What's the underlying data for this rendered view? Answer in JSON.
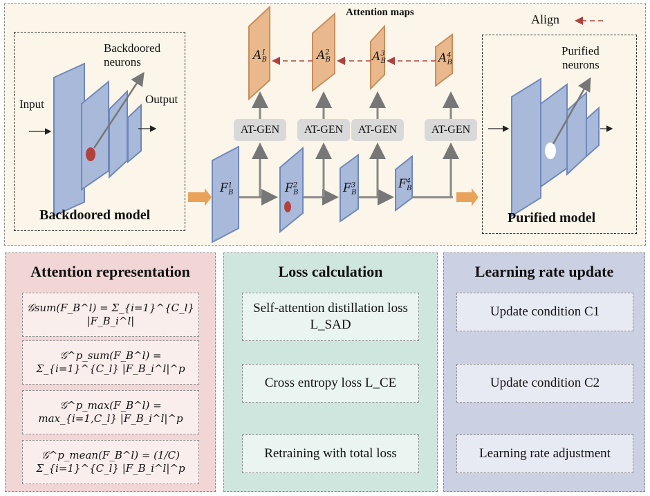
{
  "top": {
    "attention_maps_label": "Attention maps",
    "align_label": "Align",
    "backdoored": {
      "title": "Backdoored model",
      "neurons": "Backdoored\nneurons",
      "input": "Input",
      "output": "Output"
    },
    "purified": {
      "title": "Purified model",
      "neurons": "Purified\nneurons"
    },
    "atgen": [
      "AT-GEN",
      "AT-GEN",
      "AT-GEN",
      "AT-GEN"
    ],
    "features": [
      "F",
      "F",
      "F",
      "F"
    ],
    "feature_sup": [
      "1",
      "2",
      "3",
      "4"
    ],
    "feature_sub": "B",
    "attn": [
      "A",
      "A",
      "A",
      "A"
    ],
    "colors": {
      "plane_face": "#a8b9da",
      "plane_side": "#6f88bb",
      "attn_face": "#e9b98d",
      "attn_side": "#c98d5b",
      "arrow_orange": "#e8a25a",
      "red_dot": "#b0413e",
      "dashed_red": "#b0413e"
    }
  },
  "attention": {
    "title": "Attention representation",
    "formulas": [
      "𝒢sum(F_B^l) = Σ_{i=1}^{C_l} |F_B_i^l|",
      "𝒢^p_sum(F_B^l) = Σ_{i=1}^{C_l} |F_B_i^l|^p",
      "𝒢^p_max(F_B^l) = max_{i=1,C_l} |F_B_i^l|^p",
      "𝒢^p_mean(F_B^l) = (1/C) Σ_{i=1}^{C_l} |F_B_i^l|^p"
    ]
  },
  "loss": {
    "title": "Loss calculation",
    "items": [
      "Self-attention distillation loss L_SAD",
      "Cross entropy loss L_CE",
      "Retraining with total loss"
    ]
  },
  "lr": {
    "title": "Learning rate update",
    "items": [
      "Update condition C1",
      "Update condition C2",
      "Learning rate adjustment"
    ]
  }
}
